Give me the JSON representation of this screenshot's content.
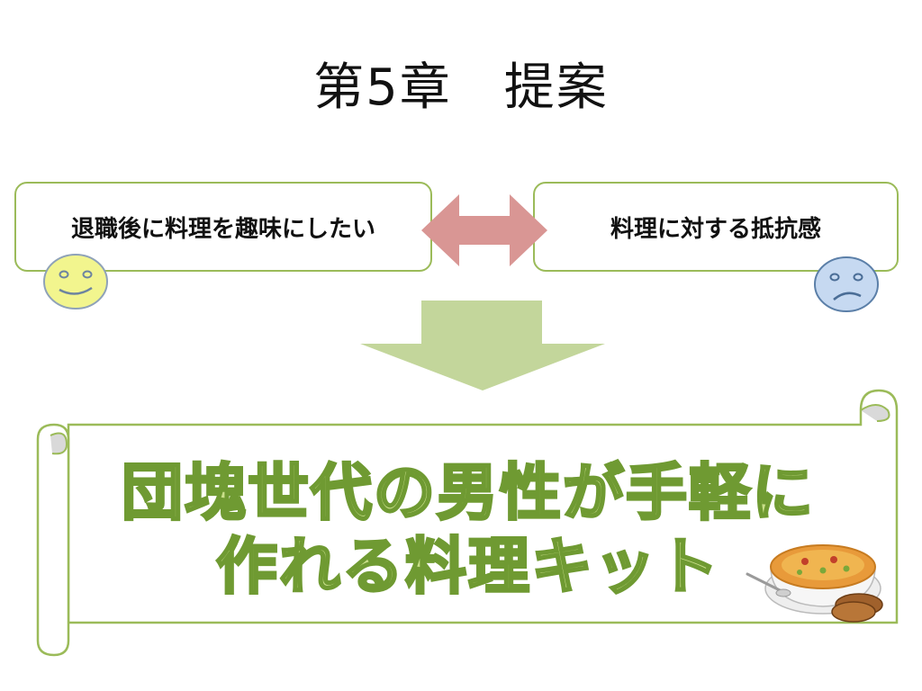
{
  "title": "第5章　提案",
  "left_box": {
    "text": "退職後に料理を趣味にしたい"
  },
  "right_box": {
    "text": "料理に対する抵抗感"
  },
  "icons": {
    "happy": "smiley-face-icon",
    "sad": "sad-face-icon",
    "double_arrow": "double-headed-arrow-icon",
    "down_arrow": "down-arrow-icon",
    "food": "soup-bowl-icon"
  },
  "banner": {
    "line1": "団塊世代の男性が手軽に",
    "line2": "作れる料理キット"
  },
  "colors": {
    "box_border": "#9bbb59",
    "arrow_pink": "#d99694",
    "arrow_green": "#c3d69b",
    "happy_face": "#f2f58e",
    "sad_face": "#c6d9f1",
    "banner_fill": "#c9df8a",
    "banner_stroke": "#6f9a32"
  }
}
